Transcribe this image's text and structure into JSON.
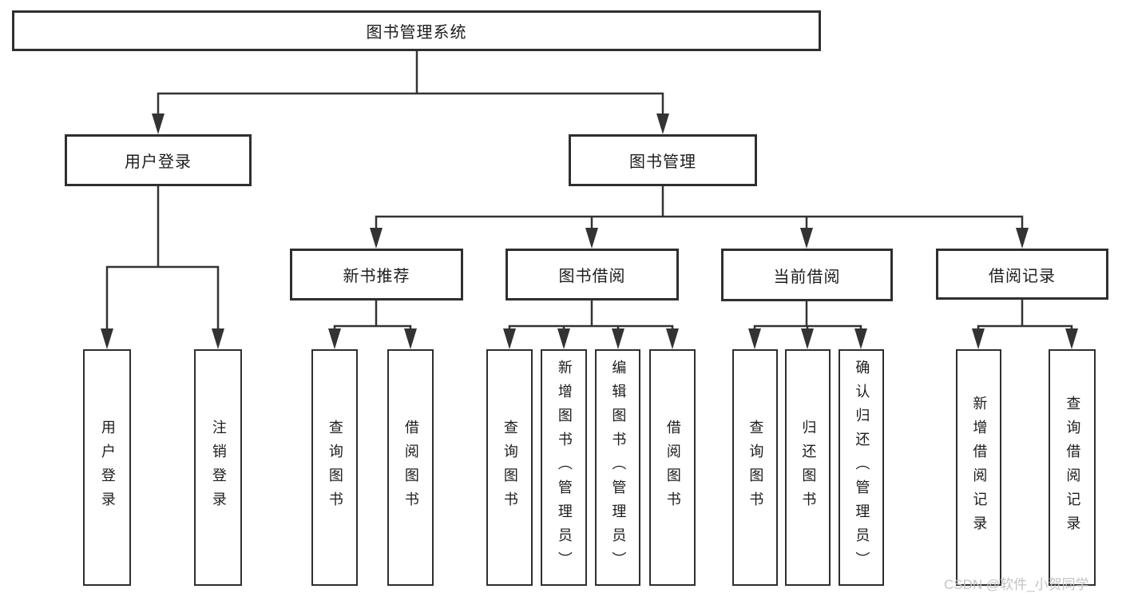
{
  "tree": {
    "root": "图书管理系统",
    "branches": [
      {
        "label": "用户登录",
        "children": [
          "用户登录",
          "注销登录"
        ]
      },
      {
        "label": "图书管理",
        "groups": [
          {
            "label": "新书推荐",
            "children": [
              "查询图书",
              "借阅图书"
            ]
          },
          {
            "label": "图书借阅",
            "children": [
              "查询图书",
              "新增图书（管理员）",
              "编辑图书（管理员）",
              "借阅图书"
            ]
          },
          {
            "label": "当前借阅",
            "children": [
              "查询图书",
              "归还图书",
              "确认归还（管理员）"
            ]
          },
          {
            "label": "借阅记录",
            "children": [
              "新增借阅记录",
              "查询借阅记录"
            ]
          }
        ]
      }
    ]
  },
  "watermark": "CSDN @软件_小贺同学",
  "colors": {
    "line": "#333333",
    "box_border": "#2f2f2f",
    "text": "#1d1d1d",
    "background": "#ffffff",
    "watermark": "#c3c3c3"
  }
}
